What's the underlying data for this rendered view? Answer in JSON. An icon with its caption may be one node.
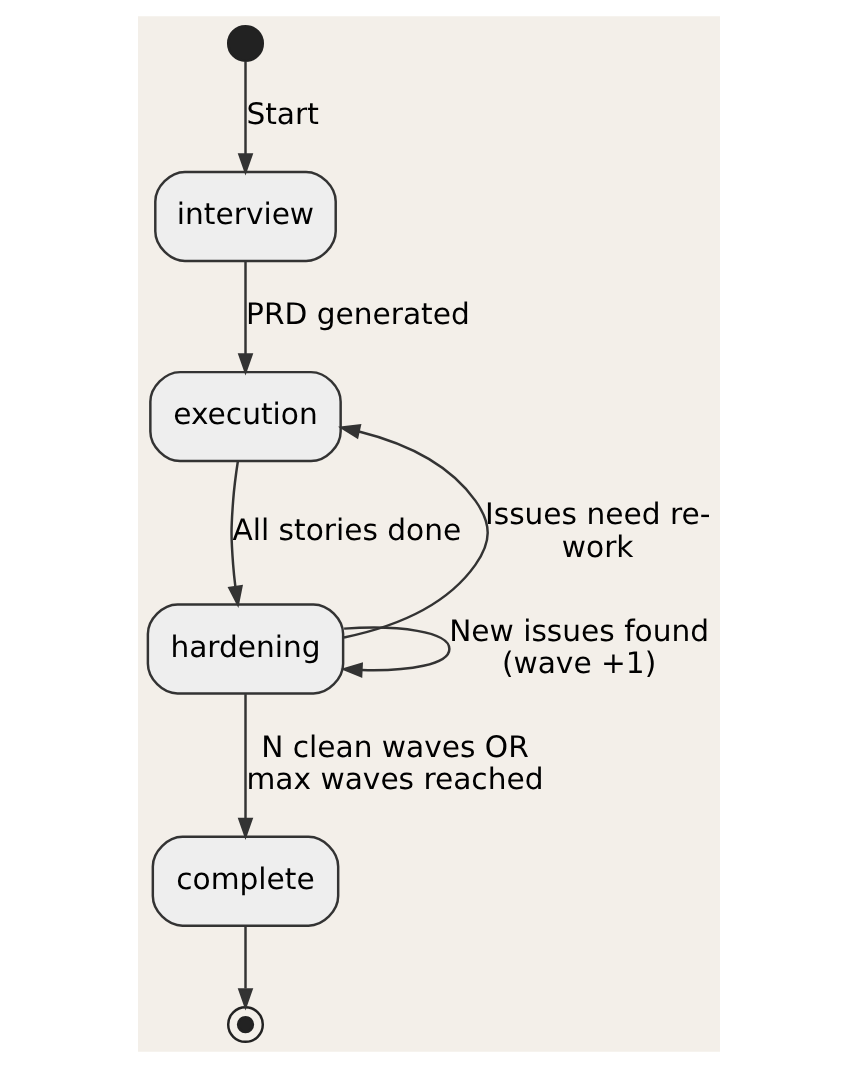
{
  "diagram": {
    "nodes": [
      {
        "text": [],
        "shape": "circle"
      },
      {
        "text": [
          "interview"
        ]
      },
      {
        "text": [
          "execution"
        ]
      },
      {
        "text": [
          "hardening"
        ]
      },
      {
        "text": [
          "complete"
        ]
      },
      {
        "text": [],
        "shape": "circle"
      }
    ],
    "edges": [
      {
        "from": 0,
        "to": 1,
        "arrow": "to",
        "label": "Start"
      },
      {
        "from": 1,
        "to": 2,
        "arrow": "to",
        "label": "PRD generated"
      },
      {
        "from": 2,
        "to": 3,
        "arrow": "to",
        "label": "All stories done"
      },
      {
        "from": 3,
        "to": 2,
        "arrow": "to",
        "label": "Issues need re-work"
      },
      {
        "from": 3,
        "to": 3,
        "arrow": "to",
        "label": "New issues found (wave +1)"
      },
      {
        "from": 3,
        "to": 4,
        "arrow": "to",
        "label": "N clean waves OR max waves reached"
      },
      {
        "from": 4,
        "to": 5,
        "arrow": "to"
      }
    ]
  }
}
